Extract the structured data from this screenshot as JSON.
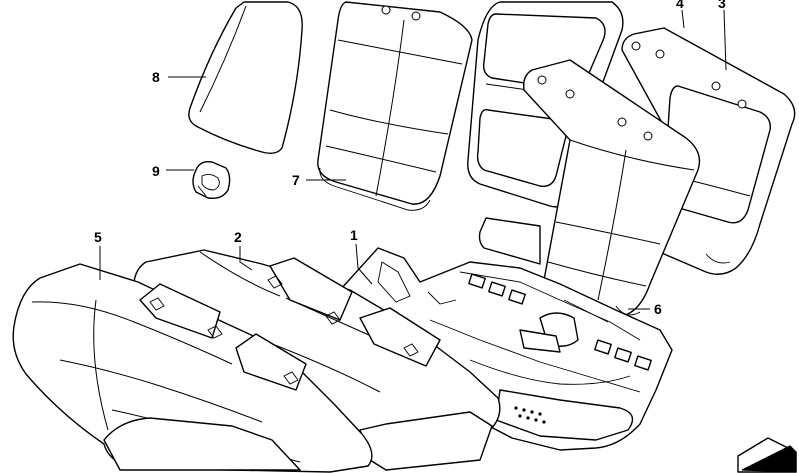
{
  "callouts": [
    {
      "id": "1",
      "label": "1"
    },
    {
      "id": "2",
      "label": "2"
    },
    {
      "id": "3",
      "label": "3"
    },
    {
      "id": "4",
      "label": "4"
    },
    {
      "id": "5",
      "label": "5"
    },
    {
      "id": "6",
      "label": "6"
    },
    {
      "id": "7",
      "label": "7"
    },
    {
      "id": "8",
      "label": "8"
    },
    {
      "id": "9",
      "label": "9"
    }
  ],
  "icons": {
    "corner_badge": "folded-corner-icon"
  },
  "colors": {
    "line": "#000000",
    "fill": "#ffffff"
  }
}
